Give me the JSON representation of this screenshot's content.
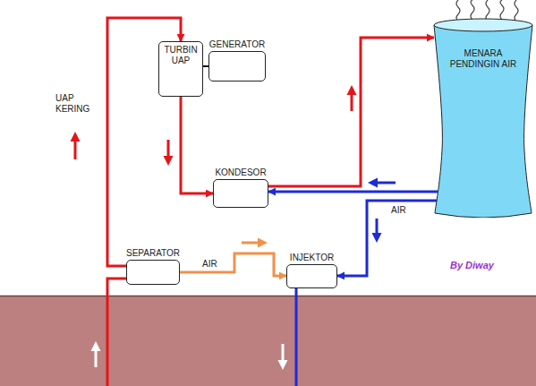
{
  "diagram": {
    "nodes": [
      {
        "text": [
          "TURBIN UAP"
        ]
      },
      {
        "text": [
          "GENERATOR"
        ]
      },
      {
        "text": [
          "KONDESOR"
        ]
      },
      {
        "text": [
          "MENARA PENDINGIN AIR"
        ]
      },
      {
        "text": [
          "SEPARATOR"
        ]
      },
      {
        "text": [
          "INJEKTOR"
        ]
      }
    ],
    "edges": [
      {
        "from": 4,
        "to": 0,
        "arrow": "to"
      },
      {
        "from": 0,
        "to": 2,
        "arrow": "to"
      },
      {
        "from": 0,
        "to": 1,
        "arrow": "none"
      },
      {
        "from": 2,
        "to": 3,
        "arrow": "to"
      },
      {
        "from": 3,
        "to": 2,
        "arrow": "to"
      },
      {
        "from": 4,
        "to": 5,
        "arrow": "to"
      },
      {
        "from": 3,
        "to": 5,
        "arrow": "to"
      }
    ],
    "labels": [
      "UAP KERING",
      "AIR",
      "AIR",
      "By Diway"
    ]
  }
}
